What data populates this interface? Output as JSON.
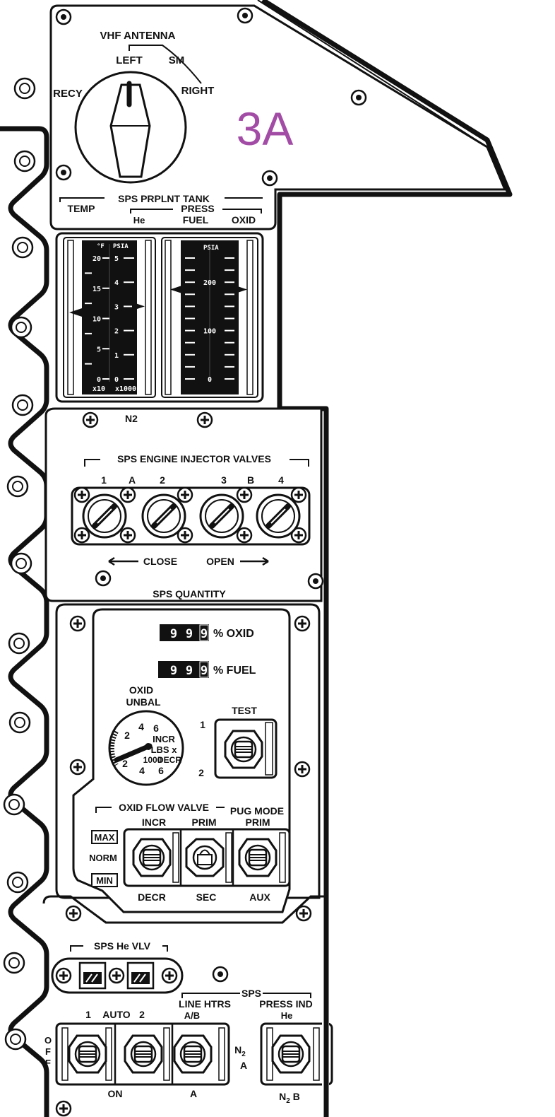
{
  "panel_id": "3A",
  "accent_color": "#A24CA6",
  "vhf": {
    "title": "VHF ANTENNA",
    "positions": [
      "RECY",
      "LEFT",
      "SM",
      "RIGHT"
    ],
    "selected": "LEFT"
  },
  "sps_tank": {
    "title": "SPS PRPLNT TANK",
    "temp_label": "TEMP",
    "press_label": "PRESS",
    "he_label": "He",
    "fuel_label": "FUEL",
    "oxid_label": "OXID",
    "n2_label": "N2"
  },
  "gauges": {
    "temp_unit": "°F",
    "psia_label": "PSIA",
    "temp_ticks": [
      "20",
      "15",
      "10",
      "5",
      "0"
    ],
    "temp_multiplier": "x10",
    "he_ticks": [
      "5",
      "4",
      "3",
      "2",
      "1",
      "0"
    ],
    "he_multiplier": "x1000",
    "press_ticks": [
      "200",
      "100",
      "0"
    ],
    "temp_reading": 11,
    "he_reading": 3.0,
    "fuel_reading": 185,
    "oxid_reading": 185
  },
  "injector": {
    "title": "SPS ENGINE INJECTOR VALVES",
    "labels": [
      "1",
      "A",
      "2",
      "3",
      "B",
      "4"
    ],
    "close_label": "CLOSE",
    "open_label": "OPEN"
  },
  "quantity": {
    "title": "SPS QUANTITY",
    "oxid_digits": [
      "9",
      "9",
      "9"
    ],
    "oxid_label": "% OXID",
    "fuel_digits": [
      "9",
      "9",
      "9"
    ],
    "fuel_label": "% FUEL",
    "unbal_title_1": "OXID",
    "unbal_title_2": "UNBAL",
    "unbal_scale": [
      "6",
      "4",
      "2",
      "2",
      "4",
      "6"
    ],
    "unbal_incr": "INCR",
    "unbal_lbs": "LBS x",
    "unbal_1000": "1000",
    "unbal_decr": "DECR",
    "test_label": "TEST",
    "test_pos_1": "1",
    "test_pos_2": "2"
  },
  "flow": {
    "oxid_flow_label": "OXID FLOW VALVE",
    "pug_label": "PUG MODE",
    "incr": "INCR",
    "decr": "DECR",
    "prim": "PRIM",
    "sec": "SEC",
    "pug_prim": "PRIM",
    "aux": "AUX",
    "max": "MAX",
    "norm": "NORM",
    "min": "MIN"
  },
  "he_vlv": {
    "title": "SPS He VLV"
  },
  "bottom": {
    "sps_label": "SPS",
    "auto_1": "1",
    "auto_label": "AUTO",
    "auto_2": "2",
    "line_htrs": "LINE HTRS",
    "ab": "A/B",
    "press_ind": "PRESS IND",
    "he": "He",
    "off_o": "O",
    "off_f1": "F",
    "off_f2": "F",
    "n2": "N",
    "n2_sub": "2",
    "a": "A",
    "on": "ON",
    "a_bottom": "A",
    "n2b": "N",
    "n2b_sub": "2",
    "n2b_b": "B"
  }
}
